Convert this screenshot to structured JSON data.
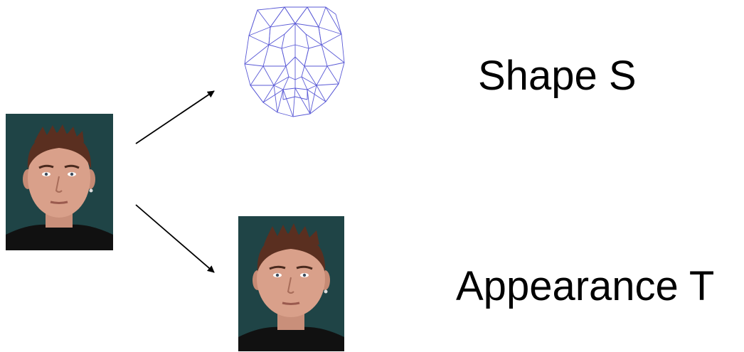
{
  "labels": {
    "shape": "Shape S",
    "appearance": "Appearance T"
  },
  "colors": {
    "mesh": "#5a5ad6",
    "photo_background": "#1f4446",
    "arrow": "#000000"
  },
  "icons": {
    "input": "face-photo",
    "shape": "triangulated-face-mesh",
    "appearance": "shape-normalized-face-photo"
  }
}
